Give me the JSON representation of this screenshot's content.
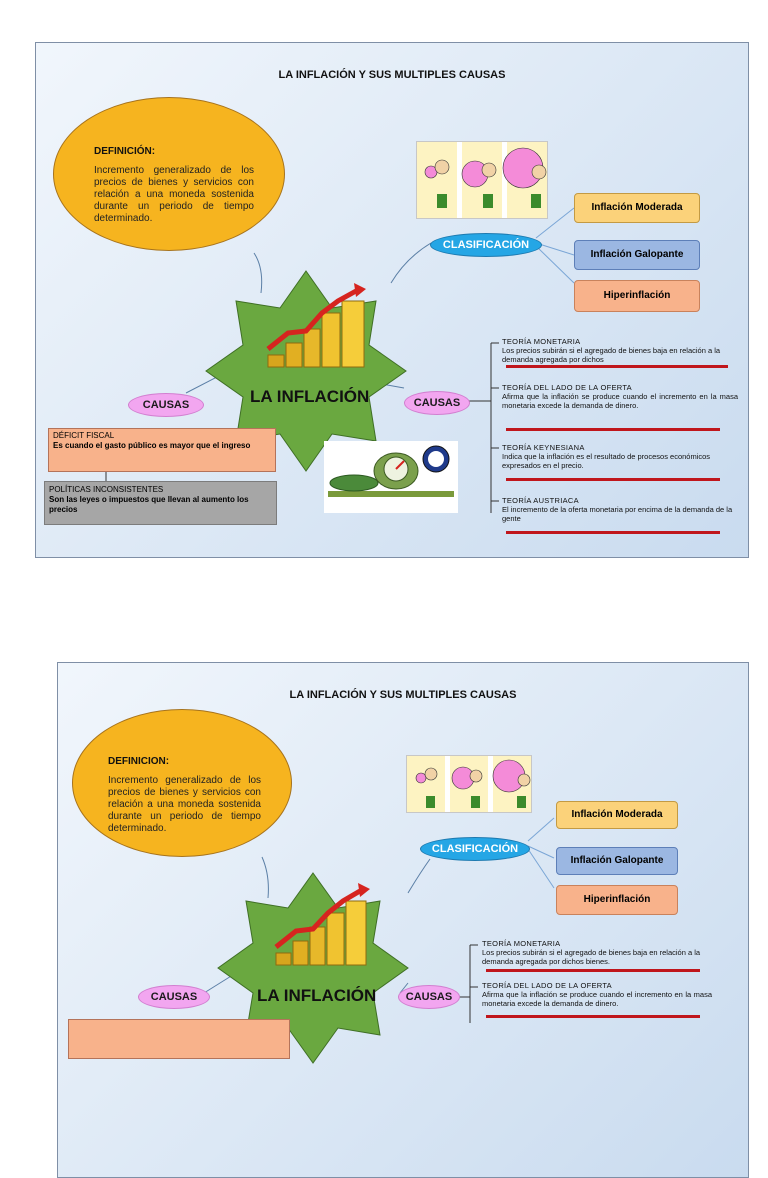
{
  "slides": [
    {
      "title": "LA INFLACIÓN Y SUS MULTIPLES CAUSAS",
      "definition": {
        "heading": "DEFINICIÓN:",
        "text": "Incremento generalizado de los precios de bienes y servicios con relación a una moneda sostenida durante un periodo de tiempo determinado."
      },
      "center_label": "LA INFLACIÓN",
      "clasificacion": "CLASIFICACIÓN",
      "causas_left": "CAUSAS",
      "causas_right": "CAUSAS",
      "types": [
        "Inflación Moderada",
        "Inflación Galopante",
        "Hiperinflación"
      ],
      "theories": [
        {
          "title": "TEORÍA MONETARIA",
          "text": "Los precios subirán si el agregado de bienes baja en relación a la demanda agregada por dichos"
        },
        {
          "title": "TEORÍA DEL LADO DE LA OFERTA",
          "text": "Afirma que la inflación se produce cuando el incremento en la masa monetaria excede la demanda de dinero."
        },
        {
          "title": "TEORÍA KEYNESIANA",
          "text": "Indica que la inflación es el resultado de procesos económicos expresados en el precio."
        },
        {
          "title": "TEORÍA AUSTRIACA",
          "text": "El incremento de la oferta monetaria por encima de la demanda de la gente"
        }
      ],
      "fiscal": {
        "title": "DÉFICIT FISCAL",
        "text": "Es cuando el gasto público es mayor que el ingreso"
      },
      "politicas": {
        "title": "POLÍTICAS INCONSISTENTES",
        "text": "Son las leyes o impuestos que llevan al aumento los precios"
      }
    },
    {
      "title": "LA INFLACIÓN Y SUS MULTIPLES CAUSAS",
      "definition": {
        "heading": "DEFINICION:",
        "text": "Incremento generalizado de los precios de bienes y servicios con relación a una moneda sostenida durante un periodo de tiempo determinado."
      },
      "center_label": "LA INFLACIÓN",
      "clasificacion": "CLASIFICACIÓN",
      "causas_left": "CAUSAS",
      "causas_right": "CAUSAS",
      "types": [
        "Inflación Moderada",
        "Inflación Galopante",
        "Hiperinflación"
      ],
      "theories": [
        {
          "title": "TEORÍA MONETARIA",
          "text": "Los precios subirán si el agregado de bienes baja en relación a la demanda agregada por dichos bienes."
        },
        {
          "title": "TEORÍA DEL LADO DE LA OFERTA",
          "text": "Afirma que la inflación se produce cuando el incremento en la masa monetaria excede la demanda de dinero."
        }
      ]
    }
  ],
  "colors": {
    "definition": "#f6b41f",
    "clasificacion": "#25a6e5",
    "causas": "#f2a6f0",
    "star": "#6aa840",
    "underline": "#c0161c"
  },
  "icons": [
    "bubble-gum-cartoon",
    "coin-stack-chart-icon",
    "scale-icon"
  ]
}
